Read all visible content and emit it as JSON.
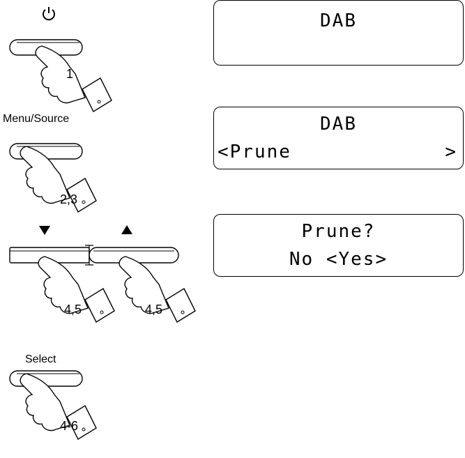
{
  "labels": {
    "menu_source": "Menu/Source",
    "select": "Select"
  },
  "steps": {
    "power": "1",
    "menu": "2,3",
    "down": "4,5",
    "up": "4,5",
    "select": "4-6"
  },
  "icons": {
    "power": "power-icon",
    "down": "down-triangle-icon",
    "up": "up-triangle-icon"
  },
  "displays": [
    {
      "line1": "DAB",
      "line2": ""
    },
    {
      "line1": "DAB",
      "line2_left": "<Prune",
      "line2_right": ">"
    },
    {
      "line1": "Prune?",
      "line2": "No <Yes>"
    }
  ]
}
